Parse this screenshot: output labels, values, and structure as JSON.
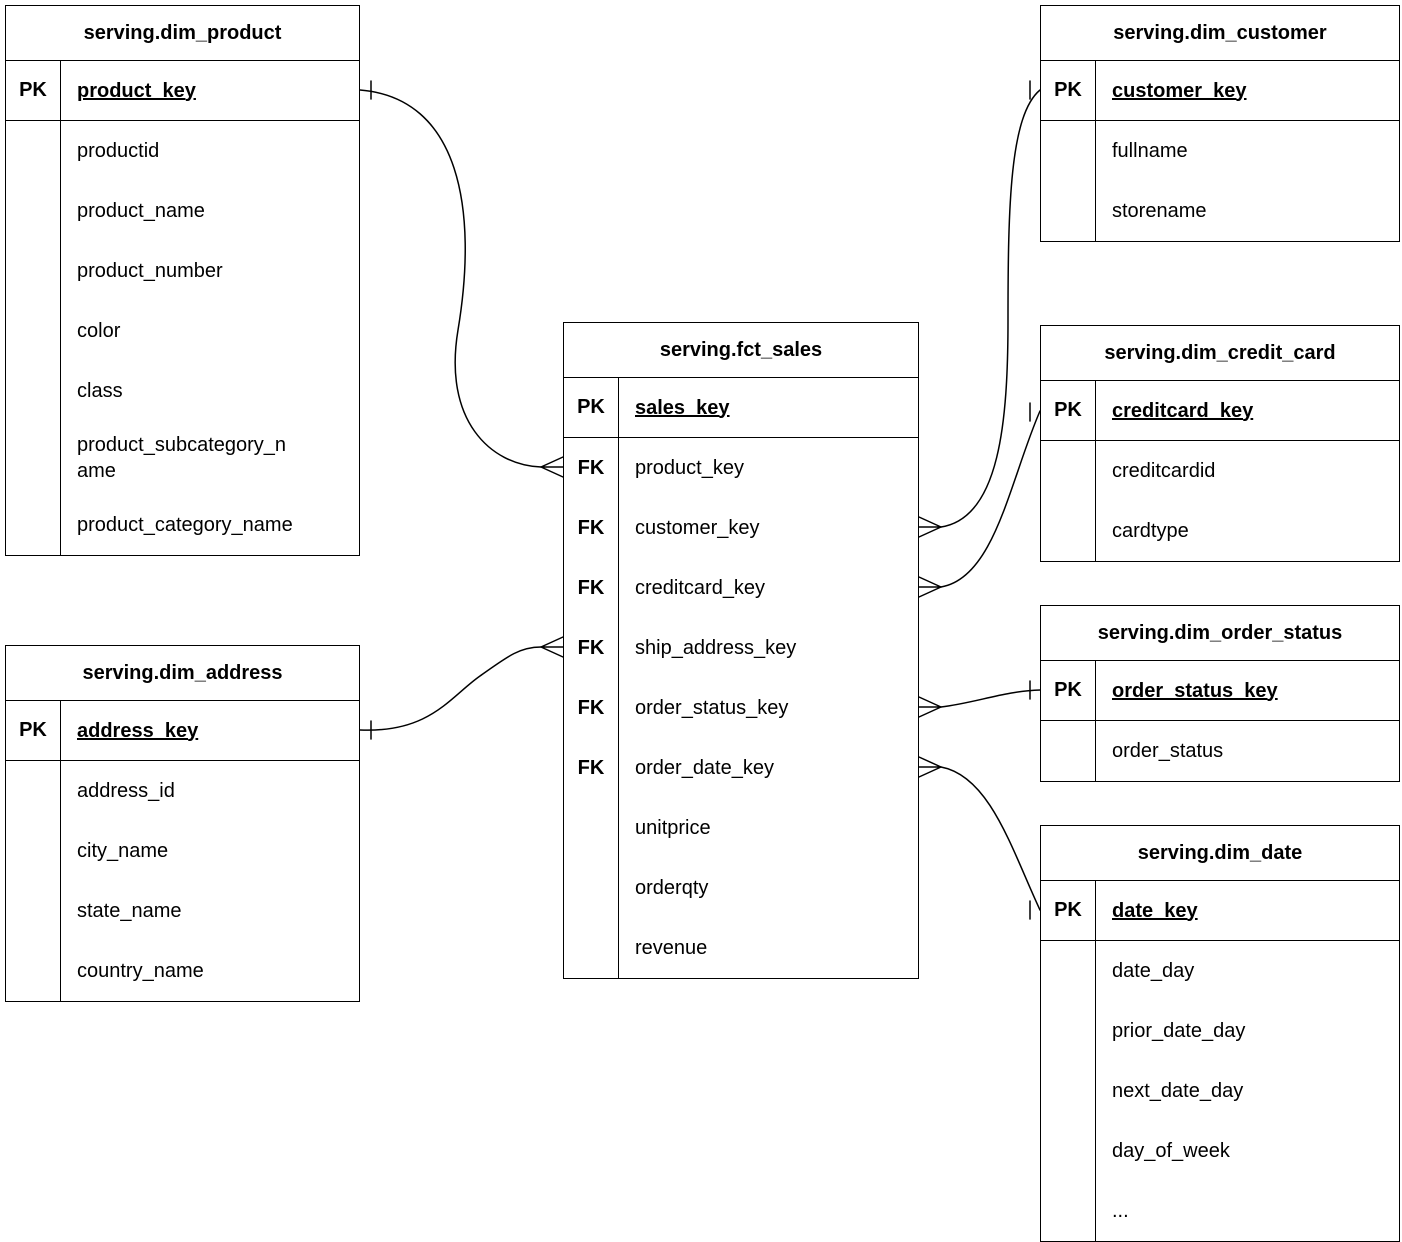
{
  "diagram": {
    "colors": {
      "line": "#000000",
      "background": "#ffffff",
      "text": "#000000"
    },
    "tables": {
      "dim_product": {
        "title": "serving.dim_product",
        "pk": {
          "badge": "PK",
          "name": "product_key"
        },
        "rows": [
          {
            "badge": "",
            "name": "productid"
          },
          {
            "badge": "",
            "name": "product_name"
          },
          {
            "badge": "",
            "name": "product_number"
          },
          {
            "badge": "",
            "name": "color"
          },
          {
            "badge": "",
            "name": "class"
          },
          {
            "badge": "",
            "name": "product_subcategory_name"
          },
          {
            "badge": "",
            "name": "product_category_name"
          }
        ]
      },
      "dim_customer": {
        "title": "serving.dim_customer",
        "pk": {
          "badge": "PK",
          "name": "customer_key"
        },
        "rows": [
          {
            "badge": "",
            "name": "fullname"
          },
          {
            "badge": "",
            "name": "storename"
          }
        ]
      },
      "fct_sales": {
        "title": "serving.fct_sales",
        "pk": {
          "badge": "PK",
          "name": "sales_key"
        },
        "rows": [
          {
            "badge": "FK",
            "name": "product_key"
          },
          {
            "badge": "FK",
            "name": "customer_key"
          },
          {
            "badge": "FK",
            "name": "creditcard_key"
          },
          {
            "badge": "FK",
            "name": "ship_address_key"
          },
          {
            "badge": "FK",
            "name": "order_status_key"
          },
          {
            "badge": "FK",
            "name": "order_date_key"
          },
          {
            "badge": "",
            "name": "unitprice"
          },
          {
            "badge": "",
            "name": "orderqty"
          },
          {
            "badge": "",
            "name": "revenue"
          }
        ]
      },
      "dim_credit_card": {
        "title": "serving.dim_credit_card",
        "pk": {
          "badge": "PK",
          "name": "creditcard_key"
        },
        "rows": [
          {
            "badge": "",
            "name": "creditcardid"
          },
          {
            "badge": "",
            "name": "cardtype"
          }
        ]
      },
      "dim_order_status": {
        "title": "serving.dim_order_status",
        "pk": {
          "badge": "PK",
          "name": "order_status_key"
        },
        "rows": [
          {
            "badge": "",
            "name": "order_status"
          }
        ]
      },
      "dim_address": {
        "title": "serving.dim_address",
        "pk": {
          "badge": "PK",
          "name": "address_key"
        },
        "rows": [
          {
            "badge": "",
            "name": "address_id"
          },
          {
            "badge": "",
            "name": "city_name"
          },
          {
            "badge": "",
            "name": "state_name"
          },
          {
            "badge": "",
            "name": "country_name"
          }
        ]
      },
      "dim_date": {
        "title": "serving.dim_date",
        "pk": {
          "badge": "PK",
          "name": "date_key"
        },
        "rows": [
          {
            "badge": "",
            "name": "date_day"
          },
          {
            "badge": "",
            "name": "prior_date_day"
          },
          {
            "badge": "",
            "name": "next_date_day"
          },
          {
            "badge": "",
            "name": "day_of_week"
          },
          {
            "badge": "",
            "name": "..."
          }
        ]
      }
    },
    "relationships": [
      {
        "from": "serving.fct_sales.product_key",
        "to": "serving.dim_product.product_key",
        "cardinality": "many-to-one"
      },
      {
        "from": "serving.fct_sales.customer_key",
        "to": "serving.dim_customer.customer_key",
        "cardinality": "many-to-one"
      },
      {
        "from": "serving.fct_sales.creditcard_key",
        "to": "serving.dim_credit_card.creditcard_key",
        "cardinality": "many-to-one"
      },
      {
        "from": "serving.fct_sales.ship_address_key",
        "to": "serving.dim_address.address_key",
        "cardinality": "many-to-one"
      },
      {
        "from": "serving.fct_sales.order_status_key",
        "to": "serving.dim_order_status.order_status_key",
        "cardinality": "many-to-one"
      },
      {
        "from": "serving.fct_sales.order_date_key",
        "to": "serving.dim_date.date_key",
        "cardinality": "many-to-one"
      }
    ]
  }
}
